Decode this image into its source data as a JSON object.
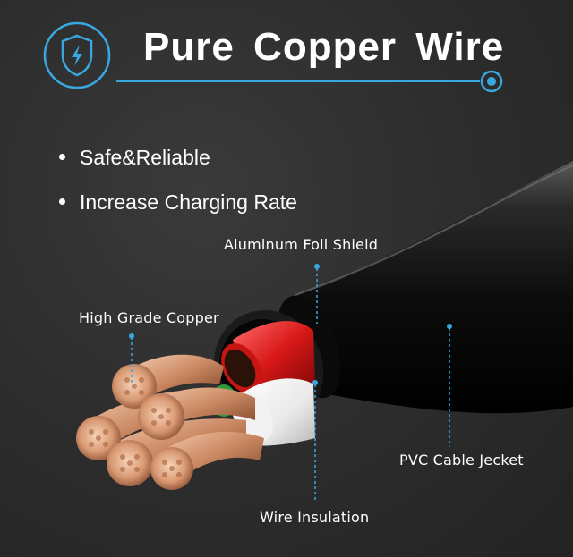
{
  "header": {
    "title": "Pure Copper Wire",
    "badge_icon": "shield-lightning-icon",
    "accent_color": "#3aa8e0"
  },
  "bullets": [
    "Safe&Reliable",
    "Increase Charging Rate"
  ],
  "labels": {
    "foil_shield": "Aluminum Foil Shield",
    "copper": "High Grade Copper",
    "jacket": "PVC Cable Jecket",
    "insulation": "Wire Insulation"
  }
}
